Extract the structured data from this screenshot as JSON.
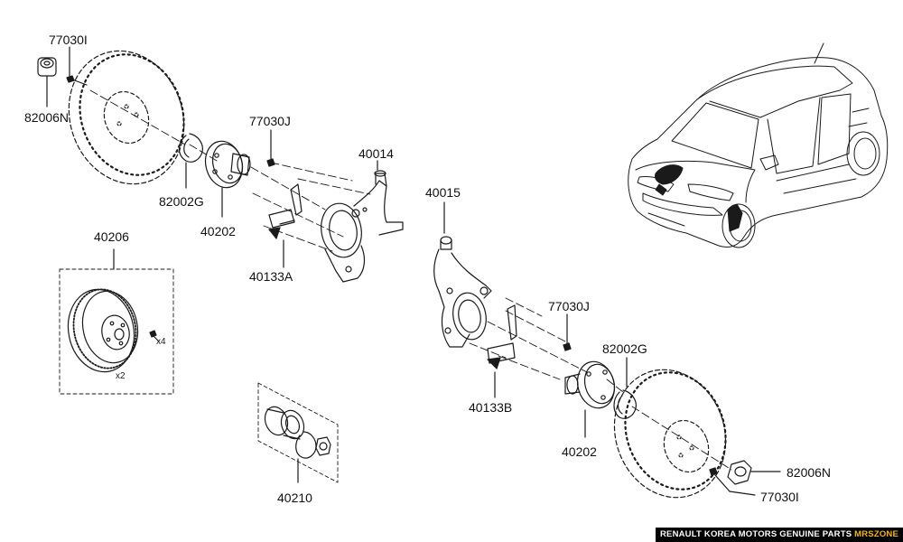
{
  "diagram": {
    "part_labels": {
      "p77030I_top": "77030I",
      "p82006N_top": "82006N",
      "p77030J_top": "77030J",
      "p40014": "40014",
      "p82002G_left": "82002G",
      "p40202_left": "40202",
      "p40015": "40015",
      "p40206": "40206",
      "p40133A": "40133A",
      "p77030J_right": "77030J",
      "p82002G_right": "82002G",
      "p40133B": "40133B",
      "p40202_right": "40202",
      "p82006N_right": "82006N",
      "p77030I_right": "77030I",
      "p40210": "40210"
    },
    "quantities": {
      "bolts": "x4",
      "discs": "x2"
    }
  },
  "footer": {
    "text": "RENAULT KOREA MOTORS GENUINE PARTS ",
    "brand": "MRSZONE"
  }
}
